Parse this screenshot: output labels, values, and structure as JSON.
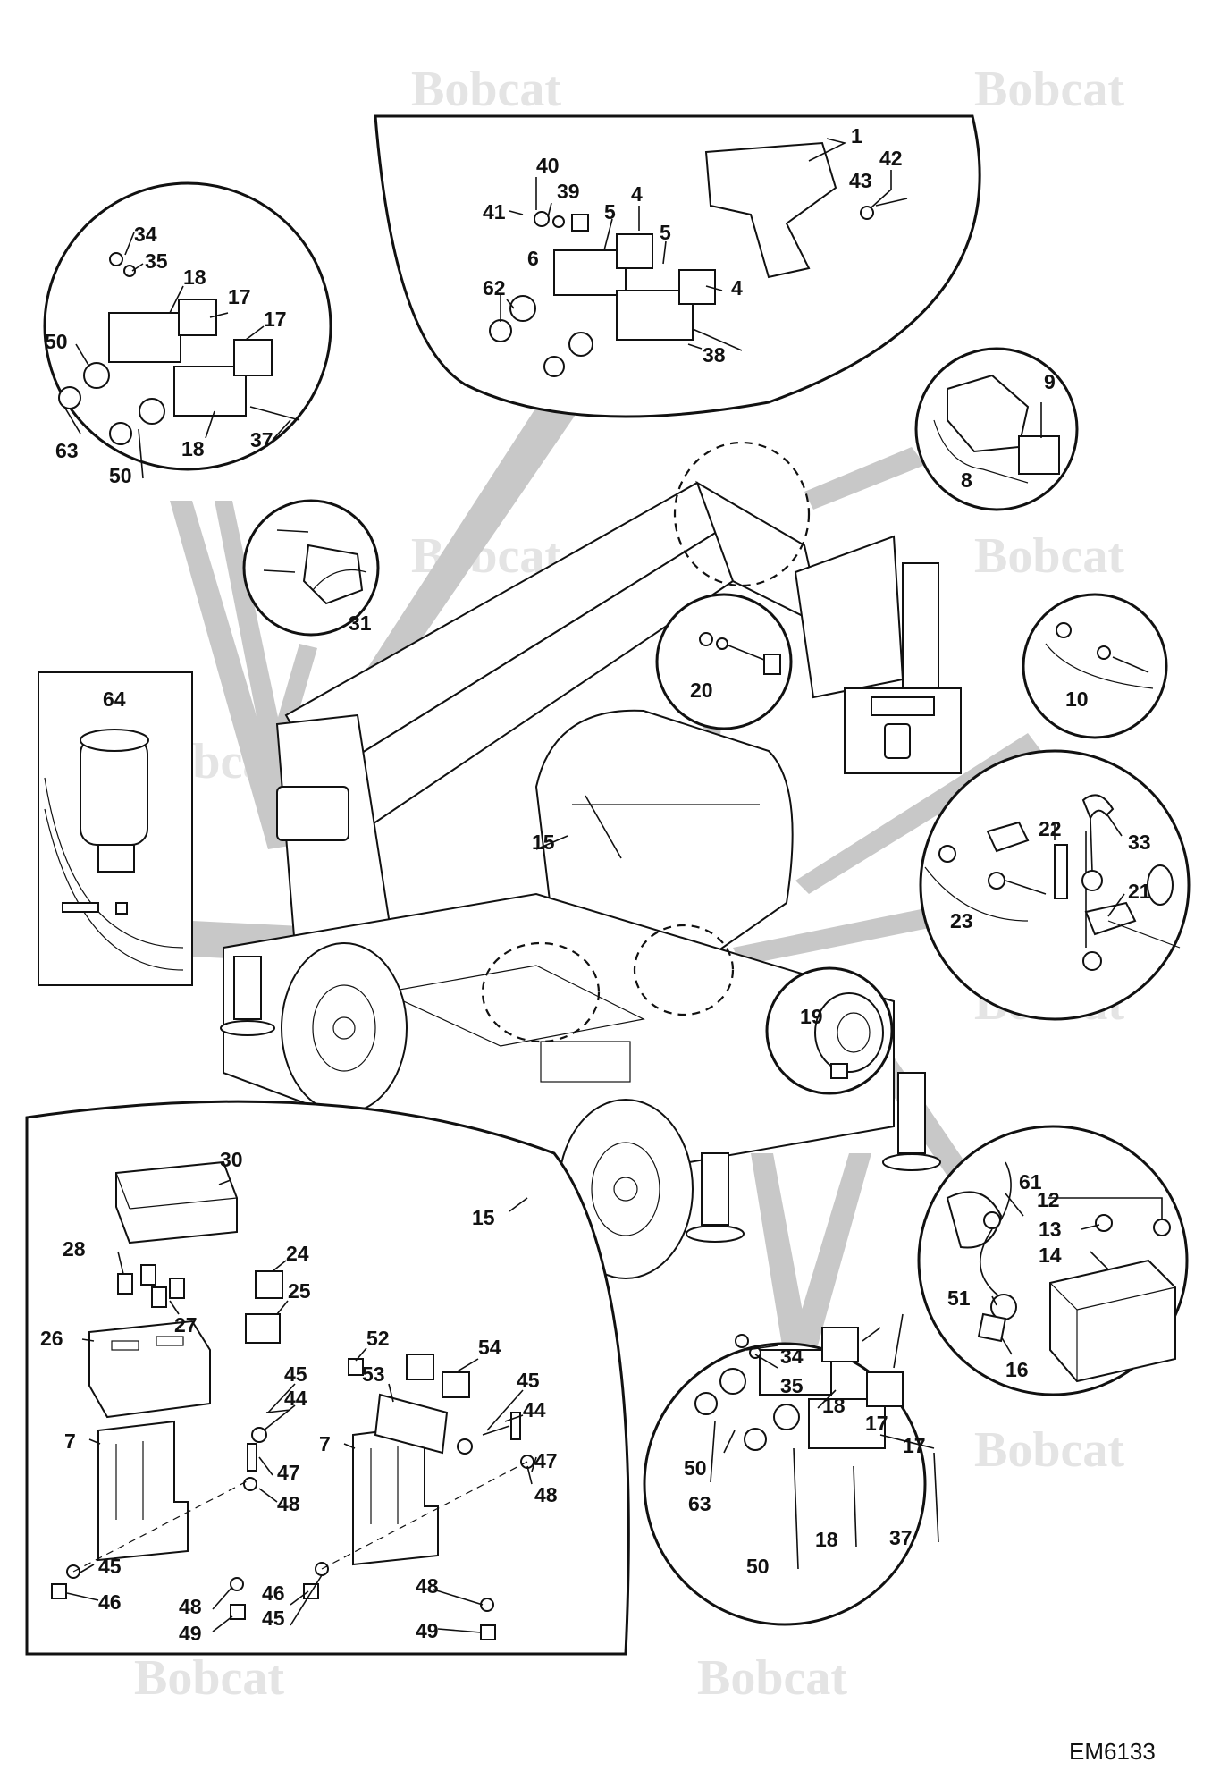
{
  "watermark": {
    "brand": "Bobcat"
  },
  "drawing_code": "EM6133",
  "callouts": {
    "c1": "1",
    "c4": "4",
    "c5": "5",
    "c6": "6",
    "c7": "7",
    "c8": "8",
    "c9": "9",
    "c10": "10",
    "c12": "12",
    "c13": "13",
    "c14": "14",
    "c15": "15",
    "c16": "16",
    "c17": "17",
    "c18": "18",
    "c19": "19",
    "c20": "20",
    "c21": "21",
    "c22": "22",
    "c23": "23",
    "c24": "24",
    "c25": "25",
    "c26": "26",
    "c27": "27",
    "c28": "28",
    "c30": "30",
    "c31": "31",
    "c33": "33",
    "c34": "34",
    "c35": "35",
    "c37": "37",
    "c38": "38",
    "c39": "39",
    "c40": "40",
    "c41": "41",
    "c42": "42",
    "c43": "43",
    "c44": "44",
    "c45": "45",
    "c46": "46",
    "c47": "47",
    "c48": "48",
    "c49": "49",
    "c50": "50",
    "c51": "51",
    "c52": "52",
    "c53": "53",
    "c54": "54",
    "c61": "61",
    "c62": "62",
    "c63": "63",
    "c64": "64"
  }
}
